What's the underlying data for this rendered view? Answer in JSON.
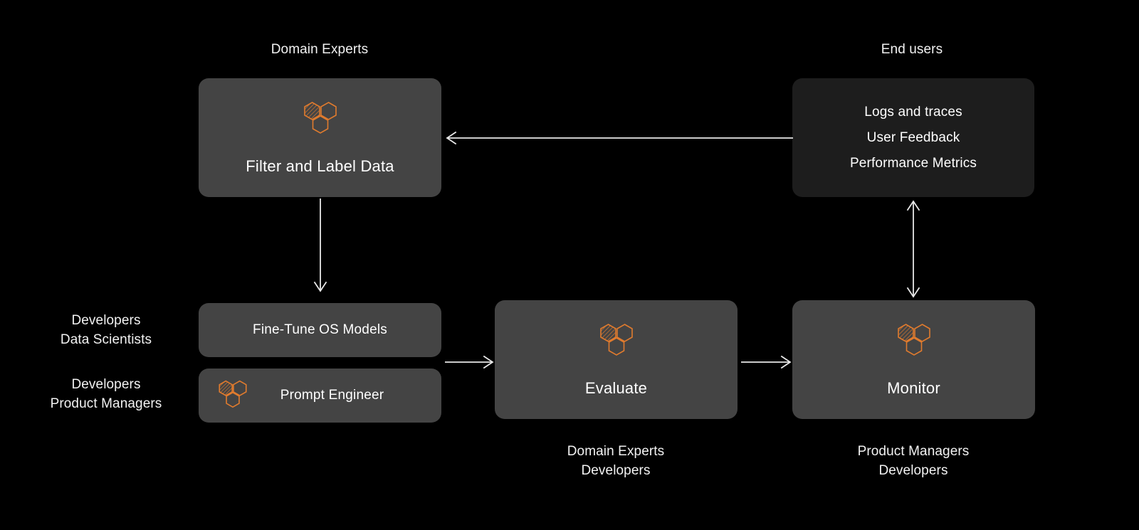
{
  "theme": {
    "background": "#000000",
    "card_gray": "#444444",
    "card_dark": "#1d1d1d",
    "accent_orange": "#e07b2e",
    "text": "#ffffff",
    "arrow": "#e8e8e8"
  },
  "labels": {
    "top_left_role": "Domain Experts",
    "top_right_role": "End users",
    "left_role_1": "Developers\nData Scientists",
    "left_role_2": "Developers\nProduct Managers",
    "bottom_center_role": "Domain Experts\nDevelopers",
    "bottom_right_role": "Product Managers\nDevelopers"
  },
  "cards": {
    "filter": {
      "title": "Filter and Label Data",
      "icon": "honeycomb-icon",
      "style": "gray"
    },
    "end_users": {
      "lines": [
        "Logs and traces",
        "User Feedback",
        "Performance Metrics"
      ],
      "style": "dark"
    },
    "fine_tune": {
      "title": "Fine-Tune OS Models",
      "style": "gray"
    },
    "prompt_engineer": {
      "title": "Prompt Engineer",
      "icon": "honeycomb-icon",
      "style": "gray"
    },
    "evaluate": {
      "title": "Evaluate",
      "icon": "honeycomb-icon",
      "style": "gray"
    },
    "monitor": {
      "title": "Monitor",
      "icon": "honeycomb-icon",
      "style": "gray"
    }
  },
  "arrows": [
    {
      "name": "end-users-to-filter",
      "direction": "left"
    },
    {
      "name": "filter-to-fine-tune",
      "direction": "down"
    },
    {
      "name": "models-to-evaluate",
      "direction": "right"
    },
    {
      "name": "evaluate-to-monitor",
      "direction": "right"
    },
    {
      "name": "monitor-to-end-users",
      "direction": "up-down"
    }
  ]
}
